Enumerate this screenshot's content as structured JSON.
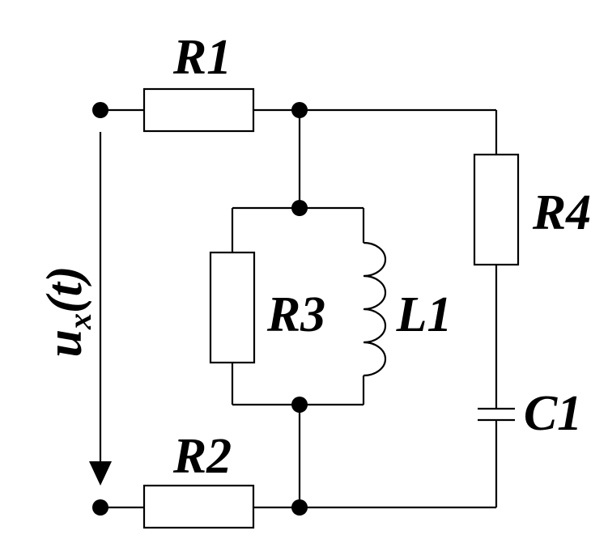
{
  "components": {
    "r1": "R1",
    "r2": "R2",
    "r3": "R3",
    "r4": "R4",
    "l1": "L1",
    "c1": "C1"
  },
  "voltage": {
    "symbol": "u",
    "subscript": "x",
    "argument": "(t)"
  }
}
